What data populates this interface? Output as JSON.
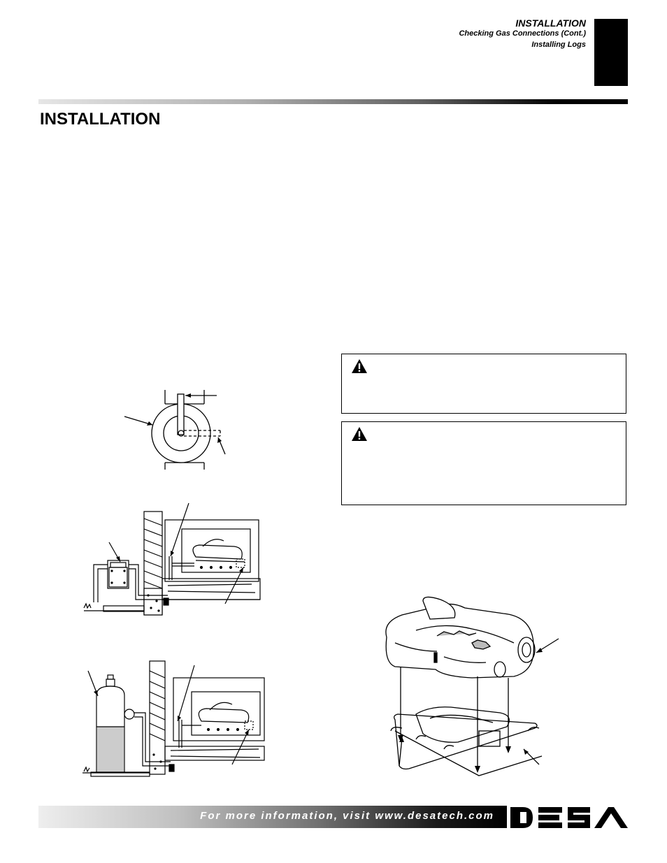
{
  "header": {
    "title": "INSTALLATION",
    "subtitle_1": "Checking Gas Connections (Cont.)",
    "subtitle_2": "Installing Logs"
  },
  "section": {
    "title": "INSTALLATION"
  },
  "footer": {
    "text": "For more information, visit www.desatech.com"
  },
  "logo": {
    "text": "DESA"
  },
  "colors": {
    "ink": "#000000",
    "paper": "#ffffff",
    "lp_fill": "#cccccc"
  },
  "icons": [
    "warning-triangle-icon",
    "warning-triangle-icon"
  ]
}
